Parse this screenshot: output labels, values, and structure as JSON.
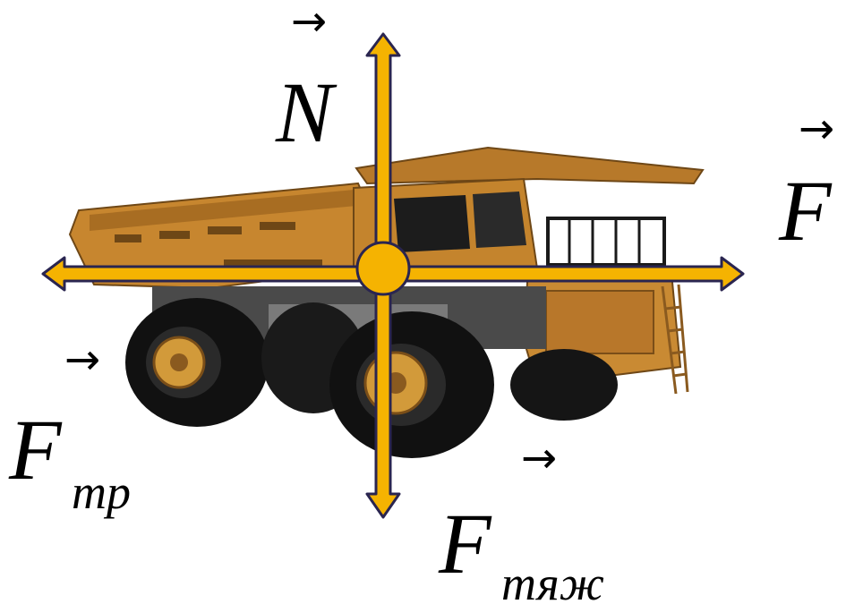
{
  "colors": {
    "background": "#ffffff",
    "arrow_fill": "#f5b301",
    "arrow_outline": "#2a2550",
    "truck_body": "#c7862f",
    "truck_dark": "#8a5a1f",
    "tire": "#111111",
    "text": "#000000"
  },
  "vector_mark": "→",
  "forces": {
    "normal": {
      "symbol": "N",
      "subscript": ""
    },
    "traction": {
      "symbol": "F",
      "subscript": ""
    },
    "friction": {
      "symbol": "F",
      "subscript": "тр"
    },
    "gravity": {
      "symbol": "F",
      "subscript": "тяж"
    }
  },
  "icons": {
    "truck": "dump-truck-illustration",
    "center": "center-of-mass-dot"
  }
}
